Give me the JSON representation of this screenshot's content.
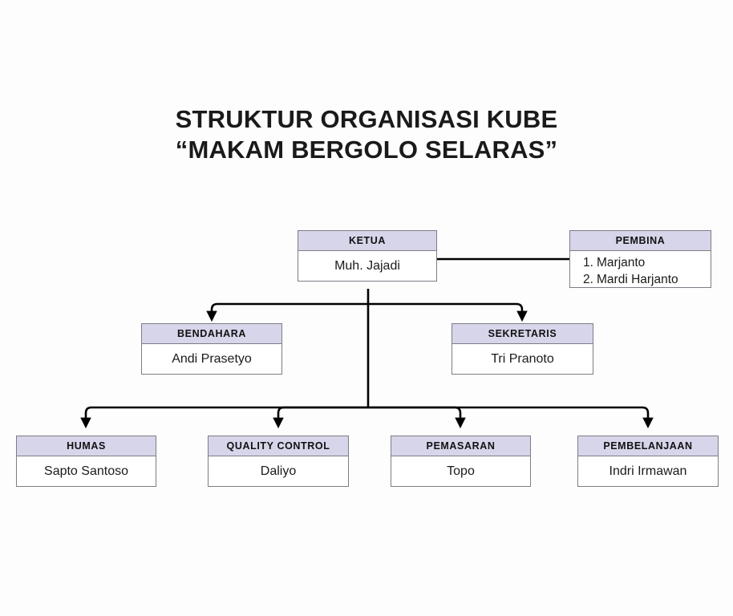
{
  "background_color": "#fdfdfd",
  "palette": {
    "header_fill": "#d7d5ea",
    "box_border": "#7d7d86",
    "body_fill": "#ffffff",
    "connector": "#000000",
    "text": "#1a1a1a"
  },
  "title": {
    "line1": "STRUKTUR ORGANISASI KUBE",
    "line2": "“MAKAM BERGOLO SELARAS”"
  },
  "nodes": {
    "ketua": {
      "header": "KETUA",
      "name": "Muh. Jajadi"
    },
    "pembina": {
      "header": "PEMBINA",
      "items": [
        "1.  Marjanto",
        "2. Mardi Harjanto"
      ],
      "item1_num": "1.",
      "item1_text": "Marjanto",
      "item2_num": "2.",
      "item2_text": "Mardi Harjanto"
    },
    "bendahara": {
      "header": "BENDAHARA",
      "name": "Andi Prasetyo"
    },
    "sekretaris": {
      "header": "SEKRETARIS",
      "name": "Tri Pranoto"
    },
    "humas": {
      "header": "HUMAS",
      "name": "Sapto Santoso"
    },
    "quality": {
      "header": "QUALITY CONTROL",
      "name": "Daliyo"
    },
    "pemasaran": {
      "header": "PEMASARAN",
      "name": "Topo"
    },
    "pembelanjaan": {
      "header": "PEMBELANJAAN",
      "name": "Indri Irmawan"
    }
  }
}
